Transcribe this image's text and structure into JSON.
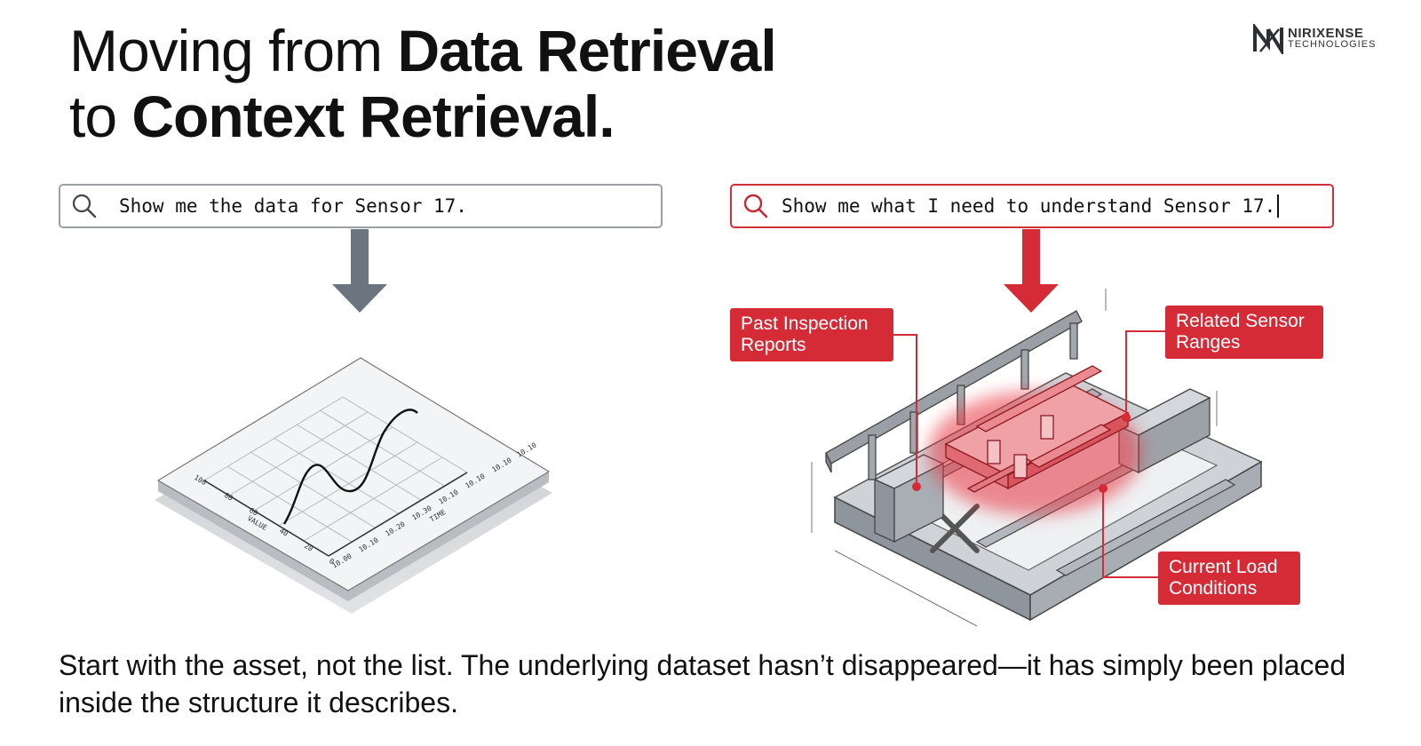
{
  "title": {
    "line1_regular": "Moving from ",
    "line1_bold": "Data Retrieval",
    "line2_regular": "to ",
    "line2_bold": "Context Retrieval."
  },
  "logo": {
    "name": "NIRIXENSE",
    "subtitle": "TECHNOLOGIES"
  },
  "search_left": {
    "icon": "search-icon",
    "text": "Show me the data for Sensor 17."
  },
  "search_right": {
    "icon": "search-icon",
    "text": "Show me what I need to understand Sensor 17."
  },
  "chart_labels": {
    "ylabel": "VALUE",
    "xlabel": "TIME",
    "y_ticks": [
      "0",
      "20",
      "40",
      "60",
      "80",
      "100"
    ],
    "x_ticks": [
      "10.00",
      "10.10",
      "10.20",
      "10.30",
      "10.10",
      "10.10",
      "10.10",
      "10.10"
    ]
  },
  "callouts": {
    "past_inspection": "Past Inspection Reports",
    "related_sensor": "Related Sensor Ranges",
    "current_load": "Current Load Conditions"
  },
  "colors": {
    "accent_red": "#d42b36",
    "arrow_gray": "#6b7580",
    "text": "#111111"
  },
  "footer": "Start with the asset, not the list. The underlying dataset hasn’t disappeared—it has simply been placed inside the structure it describes."
}
